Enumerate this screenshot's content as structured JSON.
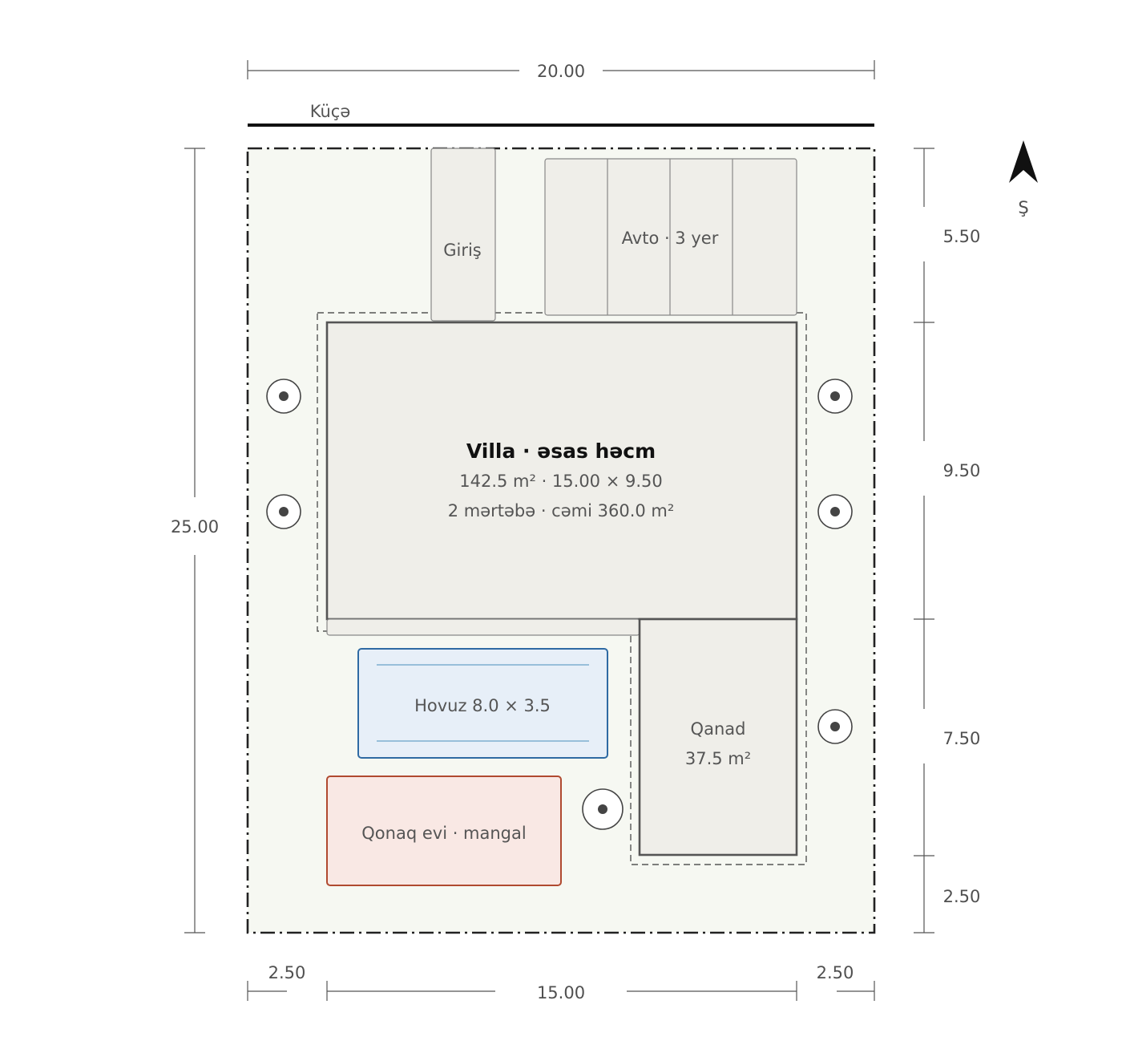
{
  "site": {
    "street_label": "Küçə",
    "north_label": "Ş"
  },
  "dimensions": {
    "top_width": "20.00",
    "left_height": "25.00",
    "right_segments": [
      "5.50",
      "9.50",
      "7.50",
      "2.50"
    ],
    "bottom_left": "2.50",
    "bottom_middle": "15.00",
    "bottom_right": "2.50"
  },
  "zones": {
    "entrance": "Giriş",
    "parking": "Avto · 3 yer",
    "villa_title": "Villa · əsas həcm",
    "villa_area": "142.5 m² · 15.00 × 9.50",
    "villa_floors": "2 mərtəbə · cəmi 360.0 m²",
    "wing_title": "Qanad",
    "wing_area": "37.5 m²",
    "pool": "Hovuz 8.0 × 3.5",
    "guest_house": "Qonaq evi · mangal"
  },
  "colors": {
    "site_fill": "#f6f8f2",
    "building_fill": "#efeee9",
    "pool_fill": "#e7eff8",
    "pool_stroke": "#2f6aa3",
    "guest_fill": "#f9e8e4",
    "guest_stroke": "#b04a30"
  }
}
